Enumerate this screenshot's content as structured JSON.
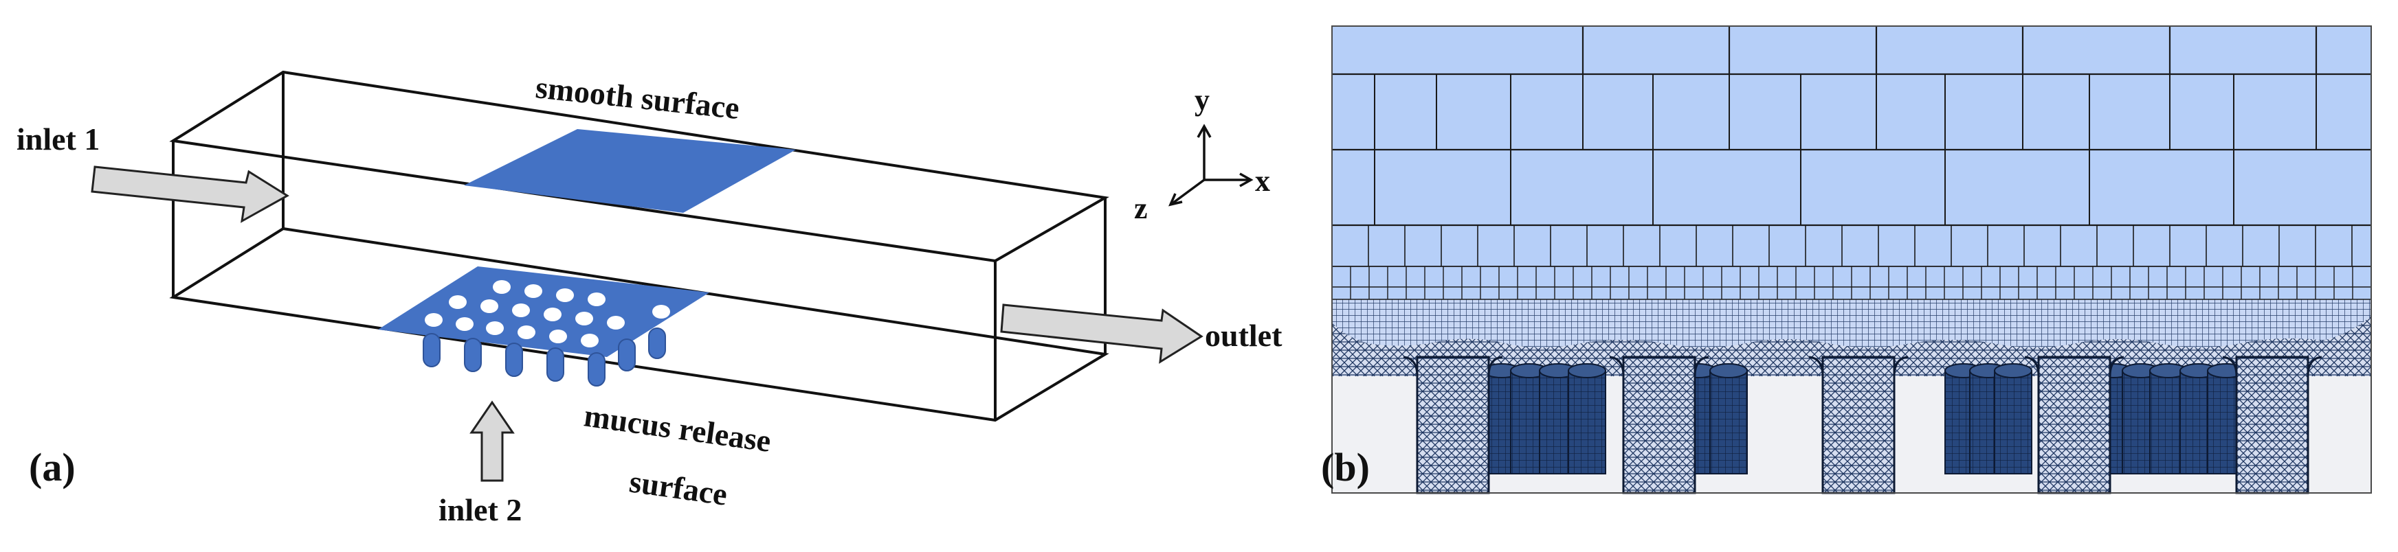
{
  "panel_a": {
    "label": "(a)",
    "labels": {
      "inlet1": "inlet 1",
      "inlet2": "inlet 2",
      "outlet": "outlet",
      "smooth_surface": "smooth surface",
      "mucus_line1": "mucus release",
      "mucus_line2": "surface"
    },
    "axes": {
      "y": "y",
      "x": "x",
      "z": "z"
    },
    "mucus_hole_count": 17
  },
  "panel_b": {
    "label": "(b)"
  },
  "colors": {
    "surface_fill": "#4472c4",
    "mesh_background": "#b6cff8",
    "mesh_dark": "#1c3560",
    "arrow_fill": "#d9d9d9"
  }
}
